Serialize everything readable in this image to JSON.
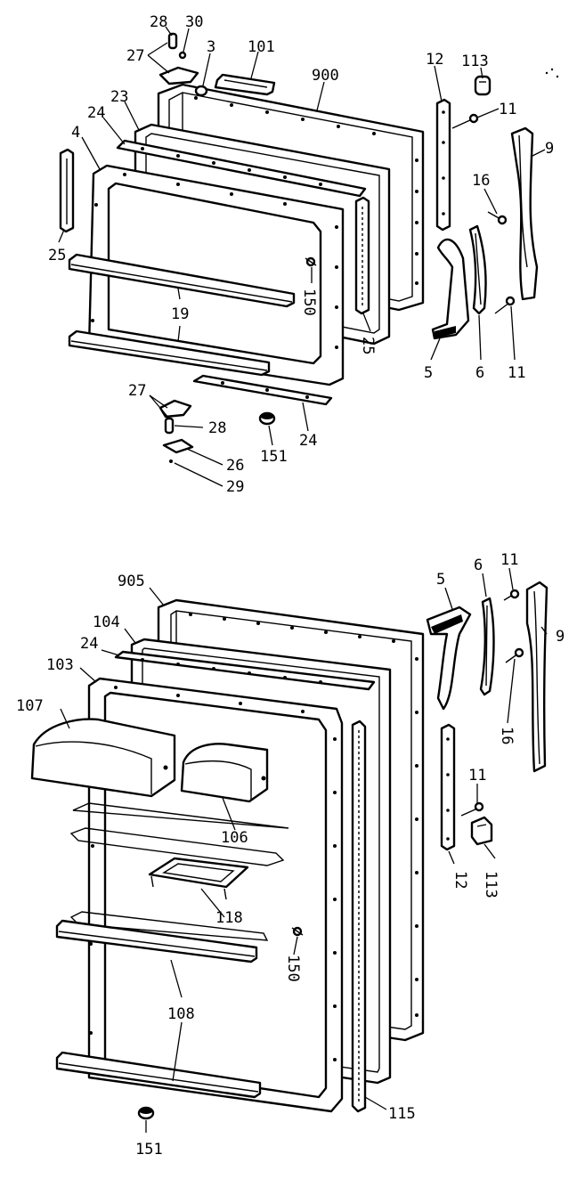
{
  "diagram": {
    "colors": {
      "ink": "#000000",
      "paper": "#ffffff"
    },
    "labels": [
      {
        "id": "l-28-top",
        "text": "28"
      },
      {
        "id": "l-30",
        "text": "30"
      },
      {
        "id": "l-27-top",
        "text": "27"
      },
      {
        "id": "l-3",
        "text": "3"
      },
      {
        "id": "l-101",
        "text": "101"
      },
      {
        "id": "l-900",
        "text": "900"
      },
      {
        "id": "l-23",
        "text": "23"
      },
      {
        "id": "l-24-a",
        "text": "24"
      },
      {
        "id": "l-4",
        "text": "4"
      },
      {
        "id": "l-25-left",
        "text": "25"
      },
      {
        "id": "l-19",
        "text": "19"
      },
      {
        "id": "l-150-top",
        "text": "150"
      },
      {
        "id": "l-25-right",
        "text": "25"
      },
      {
        "id": "l-12-top",
        "text": "12"
      },
      {
        "id": "l-113-top",
        "text": "113"
      },
      {
        "id": "l-11-a",
        "text": "11"
      },
      {
        "id": "l-9-top",
        "text": "9"
      },
      {
        "id": "l-16-top",
        "text": "16"
      },
      {
        "id": "l-5-top",
        "text": "5"
      },
      {
        "id": "l-6-top",
        "text": "6"
      },
      {
        "id": "l-11-b",
        "text": "11"
      },
      {
        "id": "l-27-bottom",
        "text": "27"
      },
      {
        "id": "l-28-bottom",
        "text": "28"
      },
      {
        "id": "l-151-top",
        "text": "151"
      },
      {
        "id": "l-24-b",
        "text": "24"
      },
      {
        "id": "l-26",
        "text": "26"
      },
      {
        "id": "l-29",
        "text": "29"
      },
      {
        "id": "l-905",
        "text": "905"
      },
      {
        "id": "l-104",
        "text": "104"
      },
      {
        "id": "l-24-c",
        "text": "24"
      },
      {
        "id": "l-103",
        "text": "103"
      },
      {
        "id": "l-107",
        "text": "107"
      },
      {
        "id": "l-106",
        "text": "106"
      },
      {
        "id": "l-118",
        "text": "118"
      },
      {
        "id": "l-150-bottom",
        "text": "150"
      },
      {
        "id": "l-108",
        "text": "108"
      },
      {
        "id": "l-151-bottom",
        "text": "151"
      },
      {
        "id": "l-115",
        "text": "115"
      },
      {
        "id": "l-5-bottom",
        "text": "5"
      },
      {
        "id": "l-6-bottom",
        "text": "6"
      },
      {
        "id": "l-11-c",
        "text": "11"
      },
      {
        "id": "l-9-bottom",
        "text": "9"
      },
      {
        "id": "l-16-bottom",
        "text": "16"
      },
      {
        "id": "l-11-d",
        "text": "11"
      },
      {
        "id": "l-12-bottom",
        "text": "12"
      },
      {
        "id": "l-113-bottom",
        "text": "113"
      }
    ]
  }
}
